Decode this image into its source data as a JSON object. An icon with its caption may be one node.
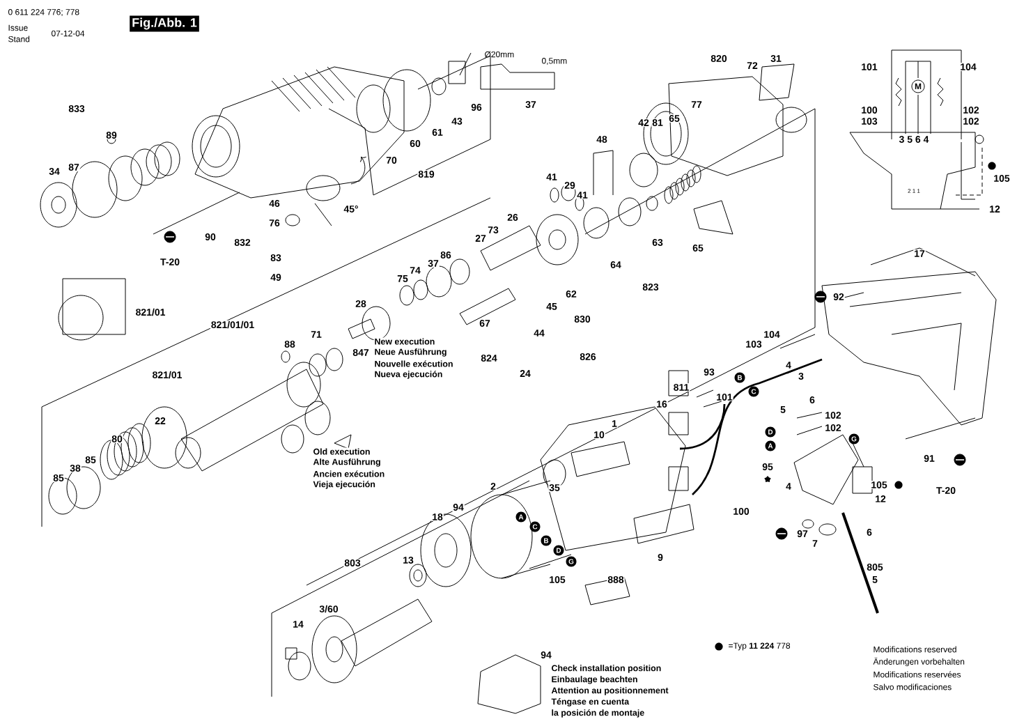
{
  "diagram": {
    "labels": [
      "0 611 224 776; 778",
      "Issue",
      "Stand",
      "07-12-04",
      "Fig./Abb. 1",
      "833",
      "89",
      "87",
      "34",
      "90",
      "T-20",
      "46",
      "76",
      "45°",
      "832",
      "83",
      "49",
      "70",
      "60",
      "61",
      "43",
      "96",
      "819",
      "Ø20mm",
      "0,5mm",
      "37",
      "820",
      "72",
      "31",
      "77",
      "65",
      "81",
      "42",
      "48",
      "41",
      "29",
      "41",
      "26",
      "73",
      "27",
      "86",
      "37",
      "74",
      "75",
      "28",
      "71",
      "821/01",
      "821/01/01",
      "88",
      "821/01",
      "22",
      "80",
      "85",
      "38",
      "85",
      "65",
      "63",
      "64",
      "823",
      "62",
      "45",
      "830",
      "44",
      "67",
      "824",
      "24",
      "826",
      "847",
      "New execution",
      "Neue Ausführung",
      "Nouvelle exécution",
      "Nueva ejecución",
      "Old execution",
      "Alte Ausführung",
      "Ancien exécution",
      "Vieja ejecución",
      "101",
      "104",
      "M",
      "100",
      "103",
      "102",
      "102",
      "3 5 6 4",
      "2 1 1",
      "105",
      "12",
      "17",
      "92",
      "104",
      "103",
      "4",
      "3",
      "B",
      "C",
      "811",
      "93",
      "101",
      "16",
      "5",
      "6",
      "10",
      "1",
      "102",
      "102",
      "D",
      "A",
      "95",
      "4",
      "G",
      "105",
      "12",
      "91",
      "T-20",
      "100",
      "35",
      "A",
      "C",
      "B",
      "D",
      "G",
      "105",
      "888",
      "9",
      "97",
      "7",
      "6",
      "805",
      "5",
      "2",
      "94",
      "18",
      "13",
      "803",
      "3/60",
      "14",
      "94",
      "Check installation position",
      "Einbaulage beachten",
      "Attention au positionnement",
      "Téngase en cuenta",
      "la posición de montaje",
      "=Typ **11 224** 778",
      "Modifications reserved",
      "Änderungen vorbehalten",
      "Modifications reservées",
      "Salvo modificaciones"
    ]
  }
}
